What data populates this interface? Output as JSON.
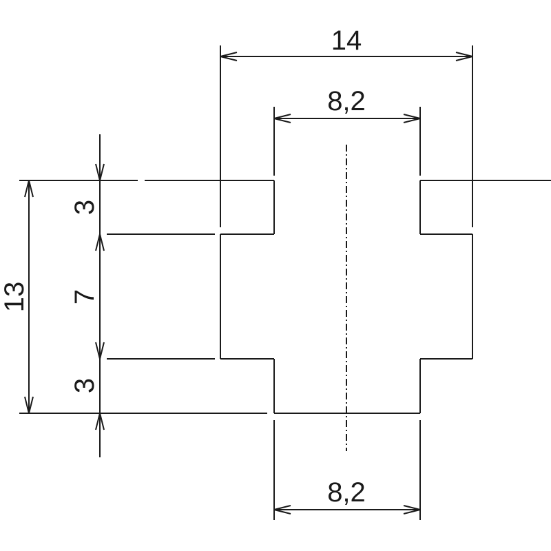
{
  "dimensions": {
    "top_width": "14",
    "inner_width_top": "8,2",
    "inner_width_bottom": "8,2",
    "total_height": "13",
    "top_flange": "3",
    "middle": "7",
    "bottom_flange": "3"
  },
  "colors": {
    "line": "#1a1a1a",
    "background": "#ffffff"
  }
}
